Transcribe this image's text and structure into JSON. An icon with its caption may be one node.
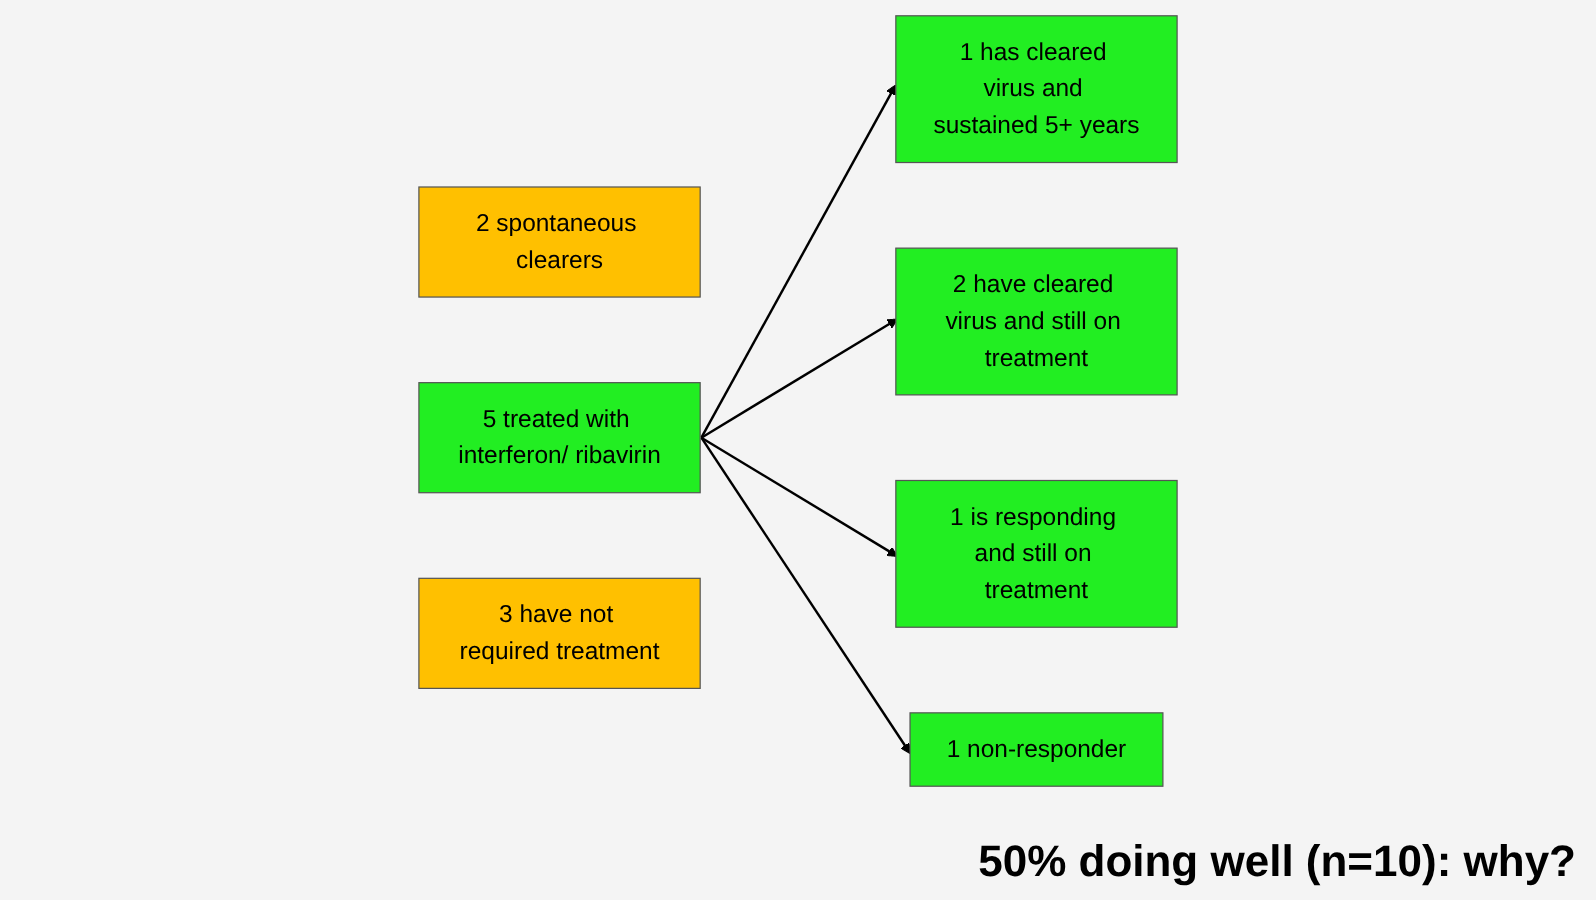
{
  "diagram": {
    "nodes": [
      {
        "text": [
          "2 spontaneous clearers"
        ]
      },
      {
        "text": [
          "5 treated with interferon/ ribavirin"
        ]
      },
      {
        "text": [
          "3 have not required treatment"
        ]
      },
      {
        "text": [
          "1 has cleared virus and sustained 5+ years"
        ]
      },
      {
        "text": [
          "2 have cleared virus and still on treatment"
        ]
      },
      {
        "text": [
          "1 is responding and still on treatment"
        ]
      },
      {
        "text": [
          "1 non-responder"
        ]
      }
    ],
    "edges": [
      {
        "from": 1,
        "to": 3,
        "arrow": "to"
      },
      {
        "from": 1,
        "to": 4,
        "arrow": "to"
      },
      {
        "from": 1,
        "to": 5,
        "arrow": "to"
      },
      {
        "from": 1,
        "to": 6,
        "arrow": "to"
      }
    ],
    "labels": [
      "50% doing well (n=10): why?"
    ]
  }
}
